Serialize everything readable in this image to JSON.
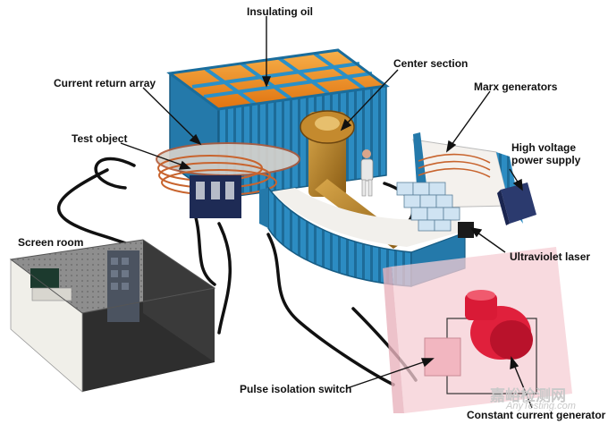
{
  "labels": {
    "insulating_oil": "Insulating oil",
    "center_section": "Center section",
    "current_return_array": "Current return array",
    "marx_generators": "Marx generators",
    "test_object": "Test object",
    "hv_supply_line1": "High voltage",
    "hv_supply_line2": "power supply",
    "screen_room": "Screen room",
    "ultraviolet_laser": "Ultraviolet laser",
    "pulse_isolation_switch": "Pulse isolation switch",
    "constant_current_generator": "Constant current generator"
  },
  "watermark": {
    "cn": "嘉峪检测网",
    "url": "AnyTesting.com"
  },
  "colors": {
    "tank_blue": "#2f8fc4",
    "oil_orange": "#f08a1c",
    "screen_room_dark": "#2a2a2a",
    "pink_room": "#f3c6cf",
    "generator_red": "#e0203c",
    "brass": "#b8862b"
  }
}
